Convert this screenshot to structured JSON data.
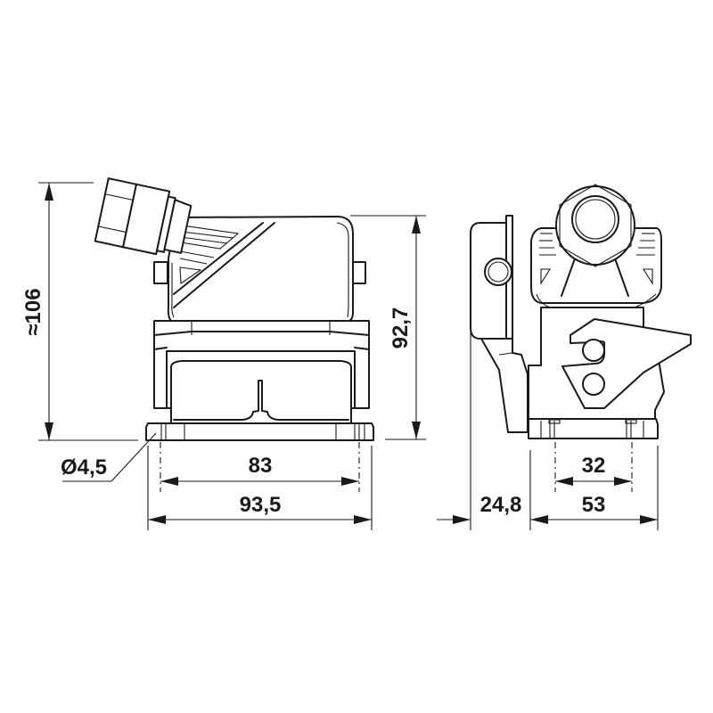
{
  "drawing": {
    "type": "technical dimension drawing",
    "subject": "connector housing with angled cable gland, bulkhead mounting",
    "views": [
      {
        "name": "front-view"
      },
      {
        "name": "side-view"
      }
    ]
  },
  "dimensions": {
    "overall_height": {
      "label": "≈106",
      "value": 106,
      "approx": true
    },
    "housing_height": {
      "label": "92,7",
      "value": 92.7
    },
    "hole_diameter": {
      "label": "Ø4,5",
      "value": 4.5
    },
    "hole_spacing_front": {
      "label": "83",
      "value": 83
    },
    "base_width_front": {
      "label": "93,5",
      "value": 93.5
    },
    "offset_side": {
      "label": "24,8",
      "value": 24.8
    },
    "hole_spacing_side": {
      "label": "32",
      "value": 32
    },
    "base_width_side": {
      "label": "53",
      "value": 53
    }
  },
  "colors": {
    "line": "#1a1a1a",
    "background": "#ffffff"
  }
}
